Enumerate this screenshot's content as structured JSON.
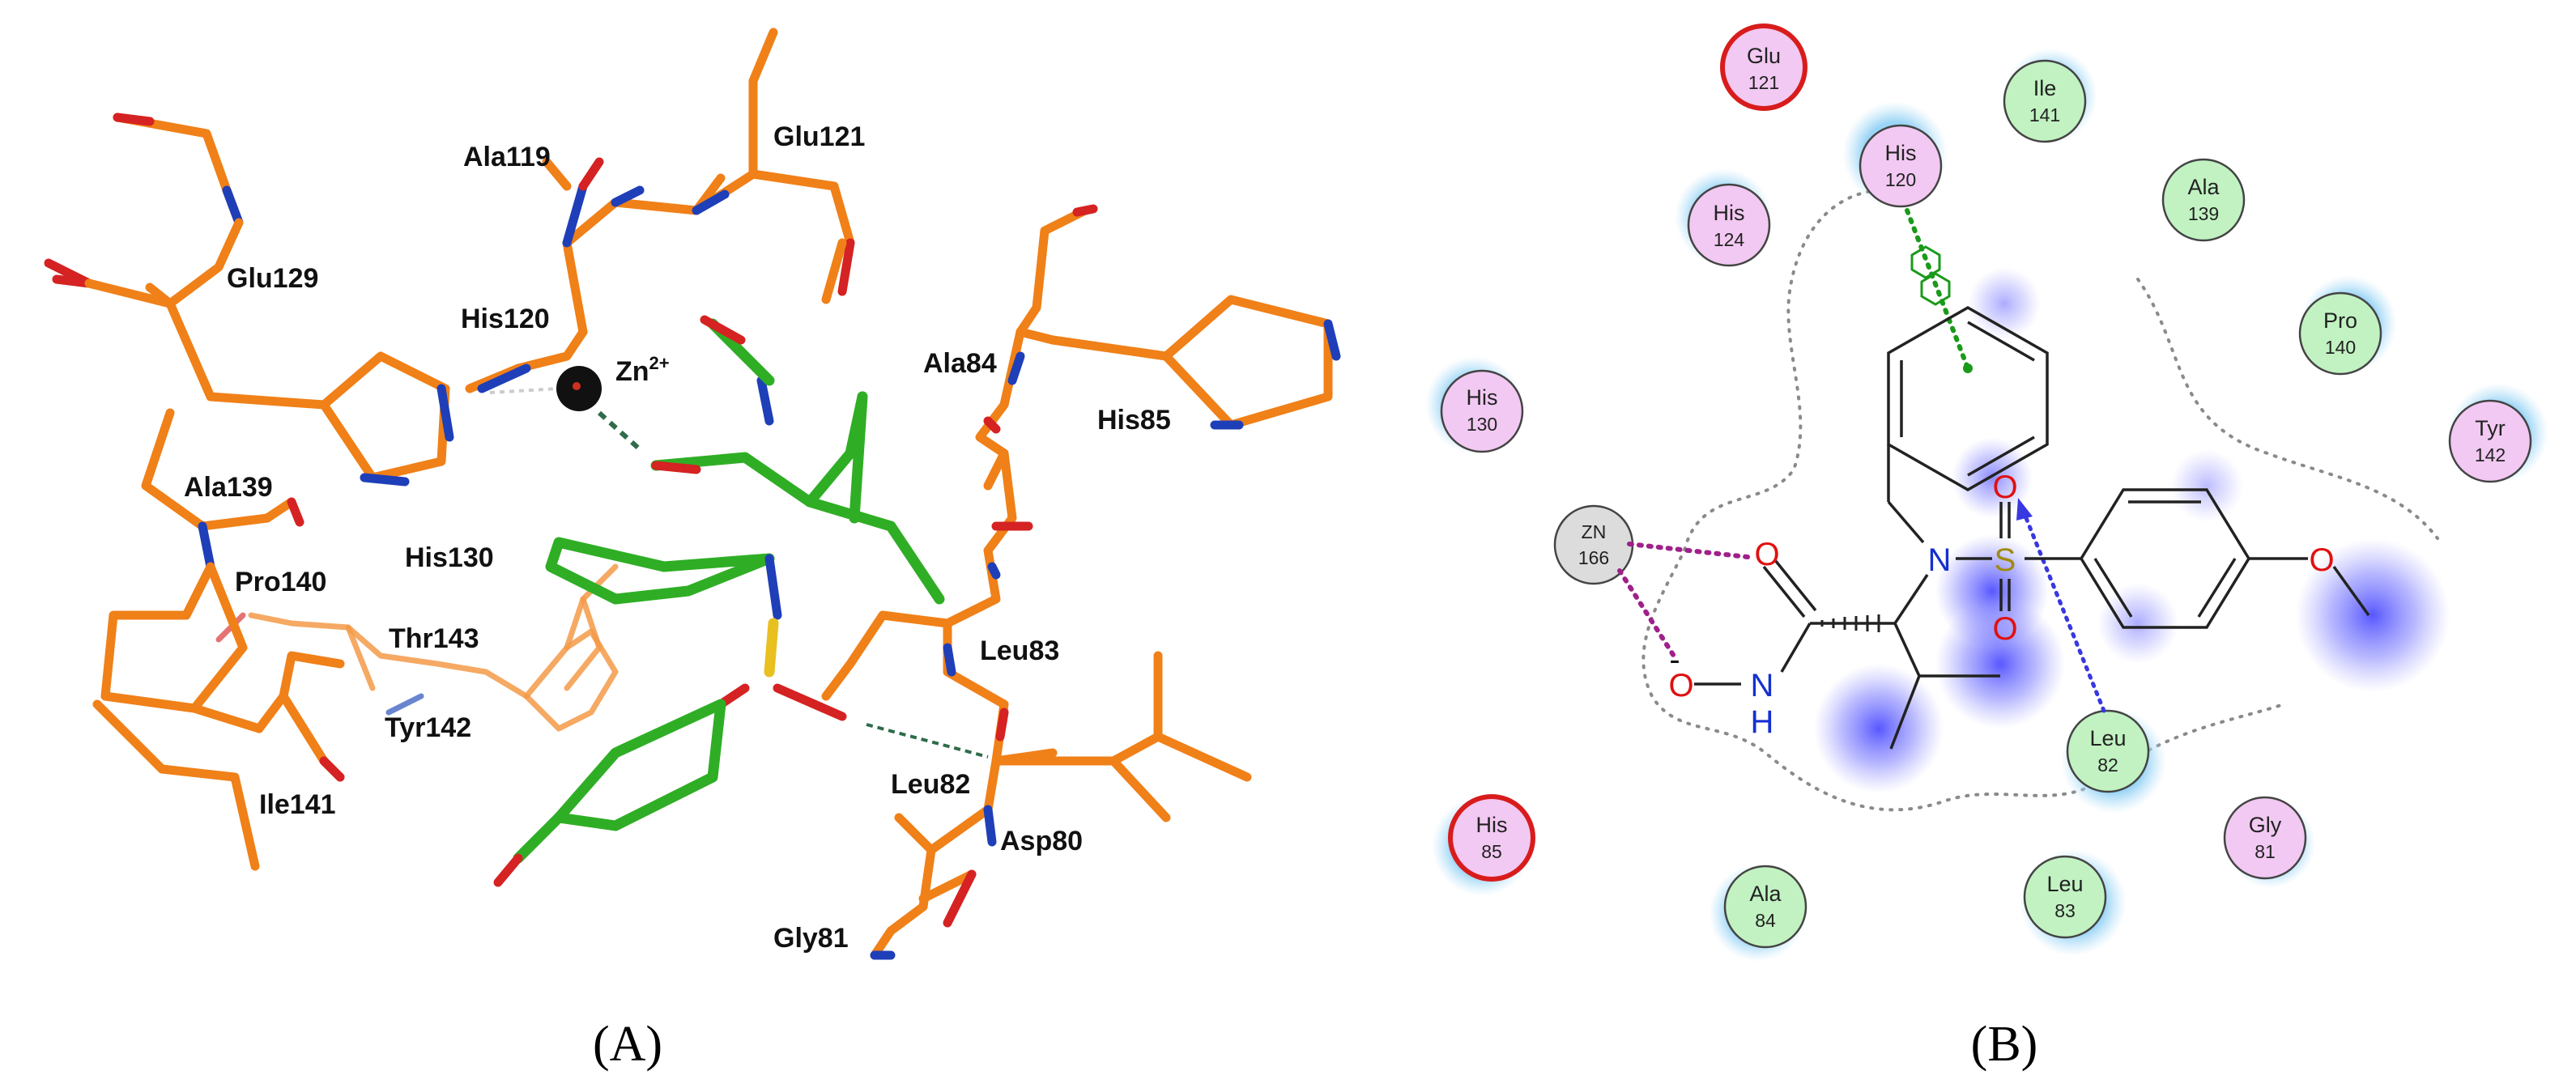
{
  "panels": {
    "a": {
      "label": "(A)",
      "residues": {
        "glu129": "Glu129",
        "ala119": "Ala119",
        "glu121": "Glu121",
        "his120": "His120",
        "zn": "Zn",
        "zn_charge": "2+",
        "ala84": "Ala84",
        "his85": "His85",
        "ala139": "Ala139",
        "his130": "His130",
        "pro140": "Pro140",
        "thr143": "Thr143",
        "tyr142": "Tyr142",
        "leu83": "Leu83",
        "ile141": "Ile141",
        "leu82": "Leu82",
        "asp80": "Asp80",
        "gly81": "Gly81"
      }
    },
    "b": {
      "label": "(B)",
      "residues": [
        {
          "id": "glu121",
          "name": "Glu",
          "num": "121",
          "type": "polar",
          "border": "red"
        },
        {
          "id": "ile141",
          "name": "Ile",
          "num": "141",
          "type": "hydrophobic"
        },
        {
          "id": "his120",
          "name": "His",
          "num": "120",
          "type": "polar"
        },
        {
          "id": "his124",
          "name": "His",
          "num": "124",
          "type": "polar"
        },
        {
          "id": "ala139",
          "name": "Ala",
          "num": "139",
          "type": "hydrophobic"
        },
        {
          "id": "pro140",
          "name": "Pro",
          "num": "140",
          "type": "hydrophobic"
        },
        {
          "id": "his130",
          "name": "His",
          "num": "130",
          "type": "polar"
        },
        {
          "id": "tyr142",
          "name": "Tyr",
          "num": "142",
          "type": "polar"
        },
        {
          "id": "zn166",
          "name": "ZN",
          "num": "166",
          "type": "metal"
        },
        {
          "id": "leu82",
          "name": "Leu",
          "num": "82",
          "type": "hydrophobic"
        },
        {
          "id": "his85",
          "name": "His",
          "num": "85",
          "type": "polar",
          "border": "red"
        },
        {
          "id": "gly81",
          "name": "Gly",
          "num": "81",
          "type": "polar"
        },
        {
          "id": "ala84",
          "name": "Ala",
          "num": "84",
          "type": "hydrophobic"
        },
        {
          "id": "leu83",
          "name": "Leu",
          "num": "83",
          "type": "hydrophobic"
        }
      ],
      "atoms": {
        "n": "N",
        "s": "S",
        "o_sulfonyl_top": "O",
        "o_sulfonyl_bottom": "O",
        "o_carbonyl": "O",
        "o_hydroxamate": "O",
        "o_minus": "-",
        "nh_n": "N",
        "nh_h": "H",
        "o_methoxy": "O"
      },
      "colors": {
        "polar": "#f2c9f2",
        "hydrophobic": "#c2f2c2",
        "metal": "#dcdcdc",
        "red_border": "#d81c1c",
        "metal_contact": "#a0208a",
        "pi_stack": "#1a9a1a",
        "h_bond": "#3838e0",
        "pocket_outline": "#8a8a8a",
        "exposure": "#4040ff",
        "carbon_orange": "#f08018",
        "ligand_green": "#2fae25",
        "nitrogen": "#1f3fb8",
        "oxygen": "#d52222",
        "sulfur": "#e8c020"
      }
    }
  }
}
